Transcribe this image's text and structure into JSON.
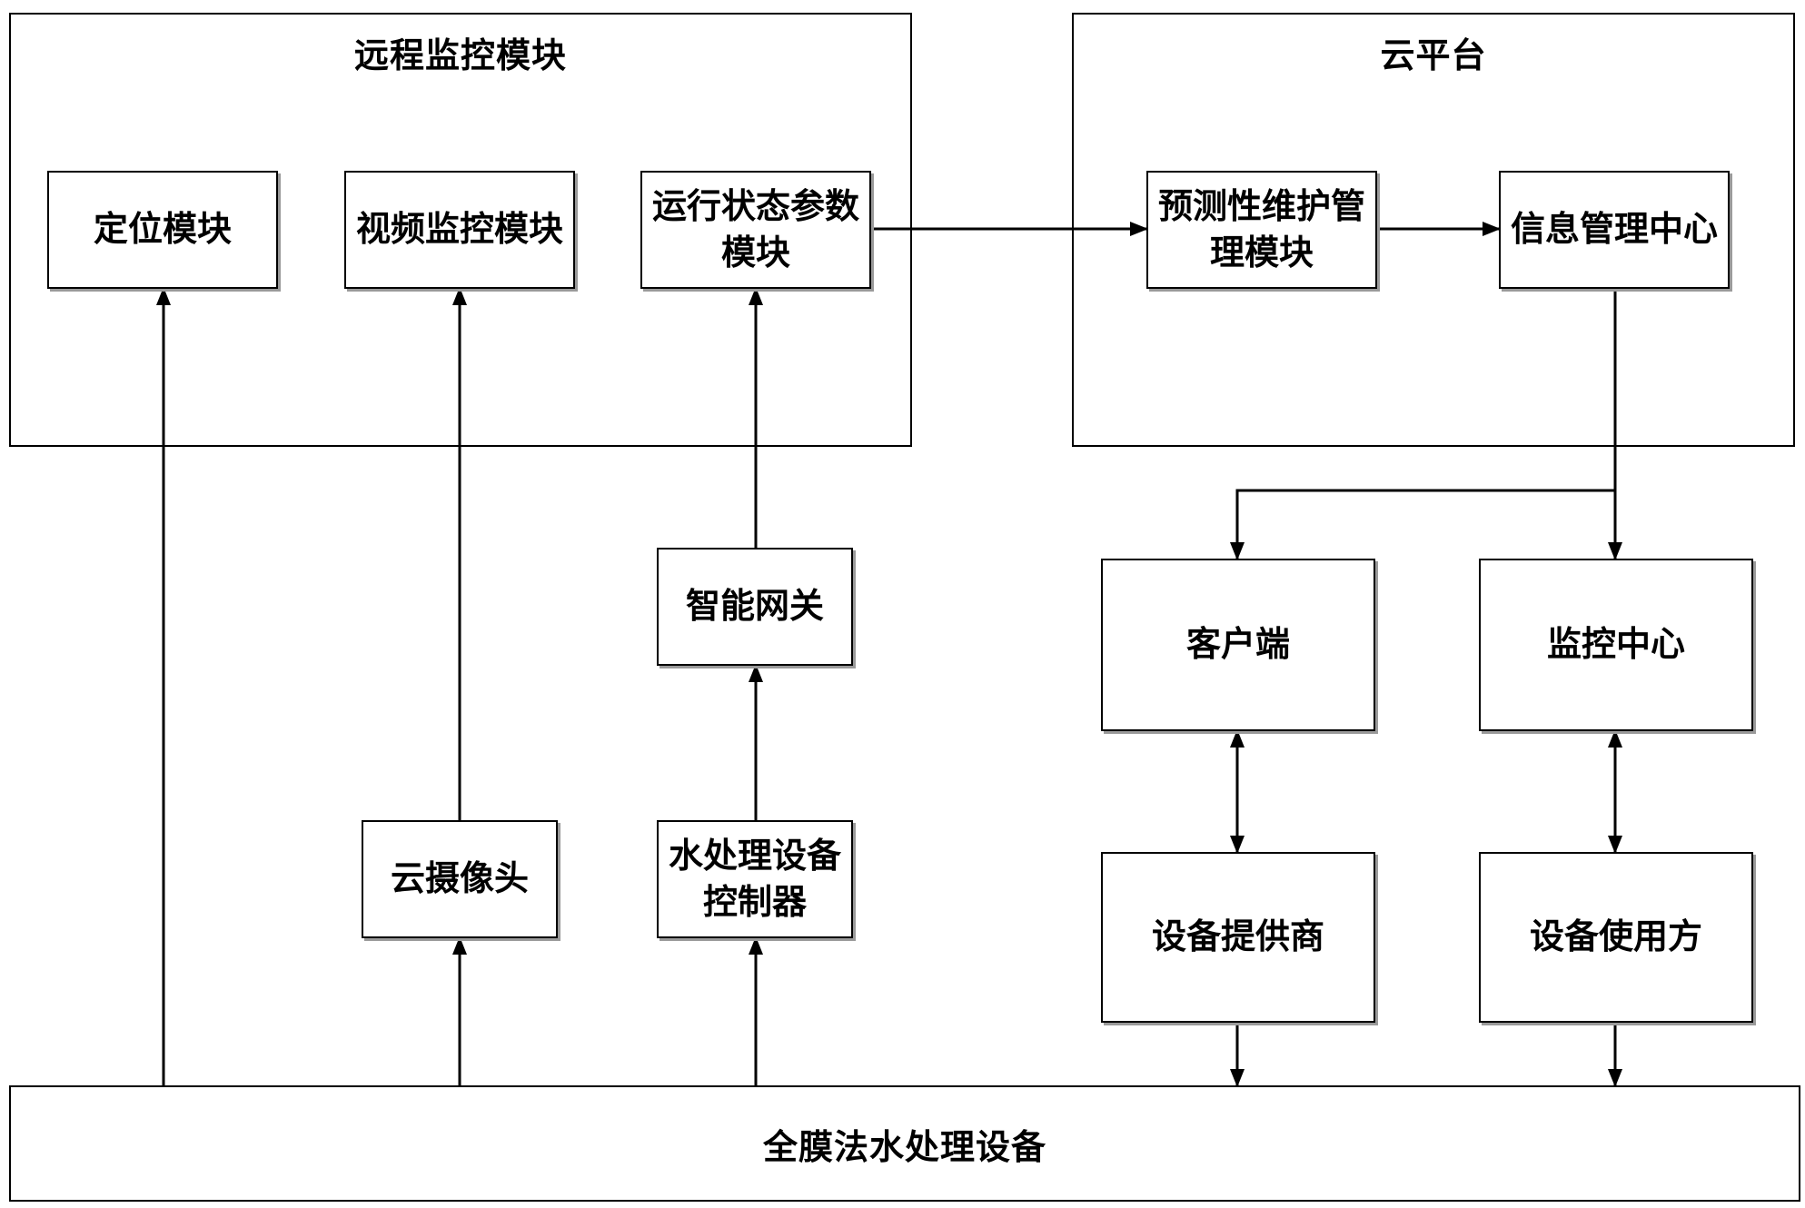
{
  "groups": {
    "remote_monitoring": {
      "title": "远程监控模块"
    },
    "cloud_platform": {
      "title": "云平台"
    }
  },
  "modules": {
    "positioning": "定位模块",
    "video_monitoring": "视频监控模块",
    "operating_params": "运行状态参数模块",
    "predictive_maintenance": "预测性维护管理模块",
    "info_center": "信息管理中心",
    "smart_gateway": "智能网关",
    "cloud_camera": "云摄像头",
    "controller": "水处理设备控制器",
    "client": "客户端",
    "monitoring_center": "监控中心",
    "equipment_supplier": "设备提供商",
    "equipment_user": "设备使用方"
  },
  "base": {
    "label": "全膜法水处理设备"
  },
  "colors": {
    "stroke": "#000000",
    "shadow": "#9a9a9a",
    "background": "#ffffff"
  }
}
